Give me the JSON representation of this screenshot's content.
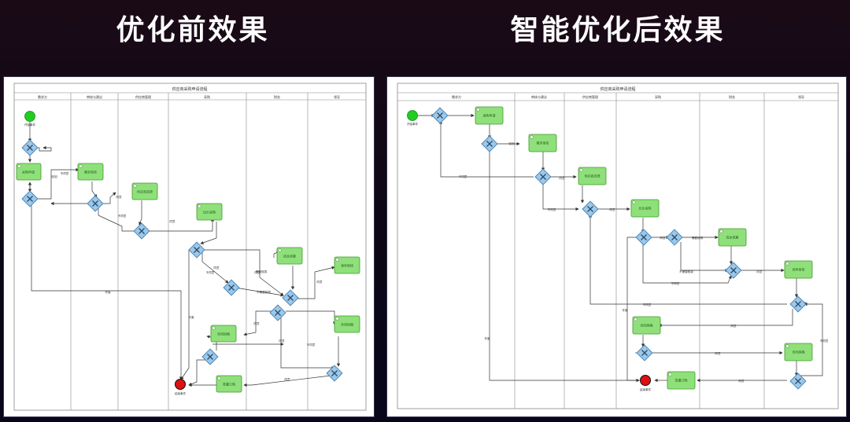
{
  "headings": {
    "before": "优化前效果",
    "after": "智能优化后效果"
  },
  "diagram": {
    "title": "供应商采购申请流程",
    "lanes": [
      "需求方",
      "审核与建议",
      "供应商管理",
      "采购",
      "财务",
      "领导"
    ],
    "before": {
      "start_event": "开始事件",
      "end_event": "结束事件",
      "tasks": [
        "采购申请",
        "需求审核",
        "供应商选择",
        "比价采购",
        "成本核算",
        "领导审核",
        "合同拟稿",
        "合同拟稿",
        "签署订购"
      ],
      "edge_labels": [
        "不同意",
        "驳回",
        "同意",
        "不同意",
        "同意",
        "需要核算",
        "同意",
        "不同意",
        "不需要核算",
        "同意",
        "同意",
        "作废",
        "作废",
        "同意",
        "不同意",
        "同意",
        "同意"
      ]
    },
    "after": {
      "start_event": "开始事件",
      "end_event": "结束事件",
      "tasks": [
        "采购申请",
        "需求审核",
        "供应商选择",
        "比价采购",
        "成本核算",
        "领导审核",
        "合同拟稿",
        "合同拟稿",
        "签署订购"
      ],
      "edge_labels": [
        "驳回",
        "不同意",
        "同意",
        "不同意",
        "同意",
        "需要核算",
        "不需要核算",
        "不同意",
        "同意",
        "不同意",
        "同意",
        "同意",
        "作废",
        "作废",
        "同意",
        "不同意",
        "同意"
      ]
    }
  },
  "colors": {
    "task_fill": "#8fe07a",
    "task_stroke": "#3f9a2a",
    "gateway_fill": "#9cc8ea",
    "gateway_stroke": "#4a86b8",
    "start_fill": "#22cc22",
    "end_fill": "#dd1111"
  }
}
